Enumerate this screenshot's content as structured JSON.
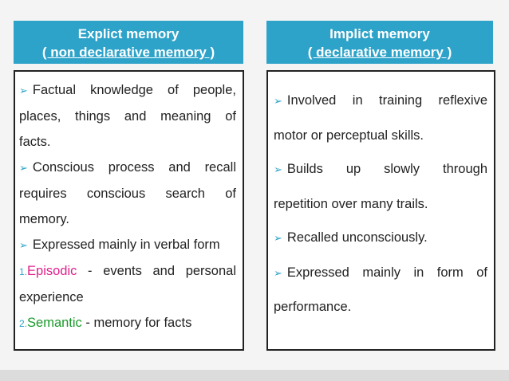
{
  "left": {
    "title": "Explict memory",
    "subtitle": "( non declarative memory )",
    "lines": [
      "Factual knowledge of people,",
      "places, things and meaning of",
      "facts.",
      "Conscious process and recall",
      "requires conscious search of",
      "memory.",
      "Expressed mainly in verbal form"
    ],
    "items": [
      {
        "num": "1.",
        "term": "Episodic",
        "desc_line1": " - events and personal",
        "desc_line2": "experience",
        "color": "#e0218a"
      },
      {
        "num": "2.",
        "term": "Semantic",
        "desc_line1": " - memory for facts",
        "color": "#1a9a2a"
      }
    ]
  },
  "right": {
    "title": "Implict memory",
    "subtitle": "( declarative memory )",
    "lines": [
      "Involved in training reflexive",
      "motor or perceptual skills.",
      "Builds up slowly through",
      "repetition over many trails.",
      "Recalled unconsciously.",
      "Expressed mainly in form of",
      "performance."
    ]
  },
  "bullet_glyph": "➢",
  "colors": {
    "header": "#2ea3c9",
    "episodic": "#e0218a",
    "semantic": "#1a9a2a"
  }
}
